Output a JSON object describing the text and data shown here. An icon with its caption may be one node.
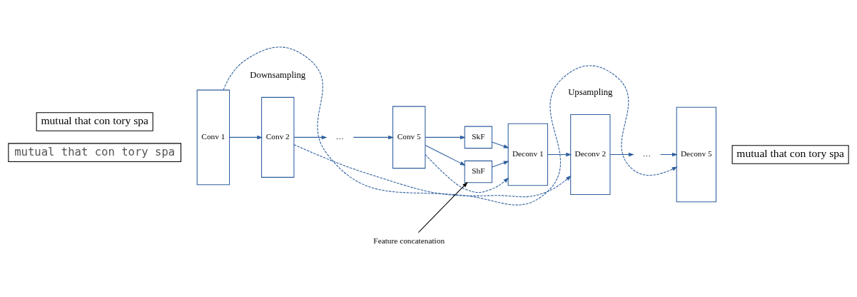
{
  "diagram": {
    "nodes": [
      {
        "text": [
          "mutual that con tory spa"
        ]
      },
      {
        "text": [
          "mutual that con tory spa"
        ]
      },
      {
        "text": [
          "Conv 1"
        ]
      },
      {
        "text": [
          "Conv 2"
        ]
      },
      {
        "text": [
          "…"
        ]
      },
      {
        "text": [
          "Conv 5"
        ]
      },
      {
        "text": [
          "SkF"
        ]
      },
      {
        "text": [
          "ShF"
        ]
      },
      {
        "text": [
          "Deconv 1"
        ]
      },
      {
        "text": [
          "Deconv 2"
        ]
      },
      {
        "text": [
          "…"
        ]
      },
      {
        "text": [
          "Deconv 5"
        ]
      },
      {
        "text": [
          "mutual that con tory spa"
        ]
      },
      {
        "text": [
          "Feature concatenation"
        ]
      }
    ],
    "edges": [
      {
        "from": 2,
        "to": 3,
        "arrow": "to"
      },
      {
        "from": 3,
        "to": 4,
        "arrow": "to"
      },
      {
        "from": 4,
        "to": 5,
        "arrow": "to"
      },
      {
        "from": 5,
        "to": 6,
        "arrow": "to"
      },
      {
        "from": 5,
        "to": 7,
        "arrow": "to"
      },
      {
        "from": 6,
        "to": 8,
        "arrow": "to"
      },
      {
        "from": 7,
        "to": 8,
        "arrow": "to"
      },
      {
        "from": 8,
        "to": 9,
        "arrow": "to"
      },
      {
        "from": 9,
        "to": 10,
        "arrow": "to"
      },
      {
        "from": 10,
        "to": 11,
        "arrow": "to"
      },
      {
        "from": 2,
        "to": 11,
        "arrow": "to",
        "style": "dashed"
      },
      {
        "from": 3,
        "to": 9,
        "arrow": "to",
        "style": "dashed"
      },
      {
        "from": 5,
        "to": 8,
        "arrow": "to",
        "style": "dashed"
      },
      {
        "from": 13,
        "to": 7,
        "arrow": "to",
        "color": "#000000"
      }
    ],
    "labels": [
      "Downsampling",
      "Upsampling"
    ]
  }
}
